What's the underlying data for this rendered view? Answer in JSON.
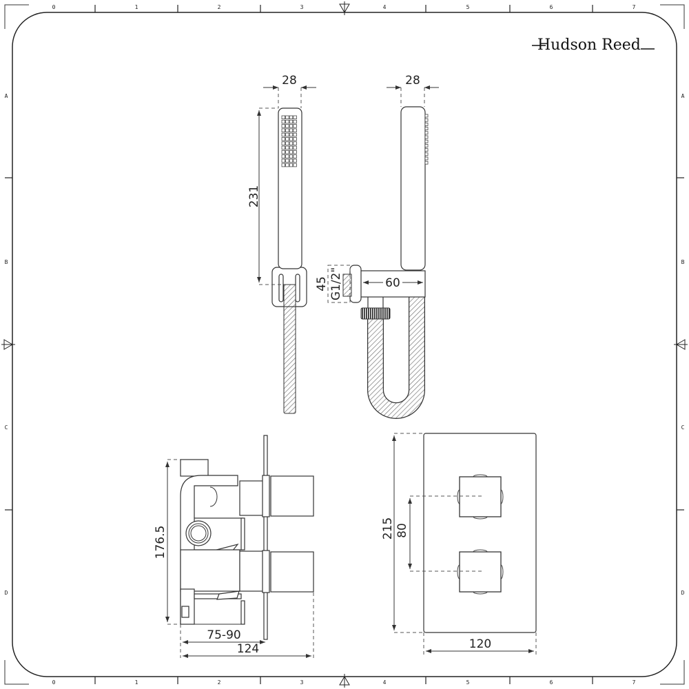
{
  "logo": {
    "text": "Hudson Reed"
  },
  "frame": {
    "columns": [
      "0",
      "1",
      "2",
      "3",
      "4",
      "5",
      "6",
      "7"
    ],
    "rows": [
      "A",
      "B",
      "C",
      "D"
    ]
  },
  "dimensions": {
    "handset_front_width": "28",
    "handset_side_width": "28",
    "handset_height": "231",
    "bracket_height": "45",
    "thread_size": "G1/2\"",
    "bracket_projection": "60",
    "valve_height": "176.5",
    "valve_depth_range": "75-90",
    "valve_total_depth": "124",
    "plate_height": "215",
    "knob_spacing": "80",
    "plate_width": "120"
  }
}
